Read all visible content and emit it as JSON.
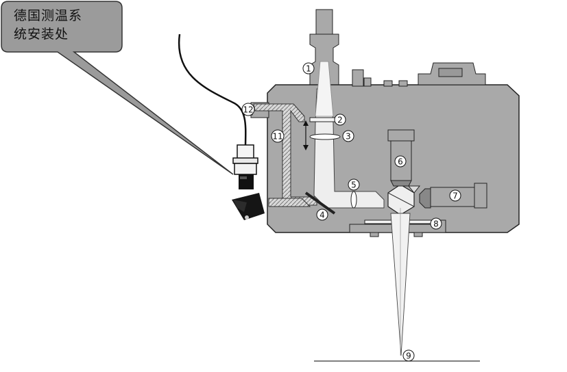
{
  "callout": {
    "line1": "德国测温系",
    "line2": "统安装处"
  },
  "labels": [
    {
      "id": "1",
      "text": "1"
    },
    {
      "id": "2",
      "text": "2"
    },
    {
      "id": "3",
      "text": "3"
    },
    {
      "id": "4",
      "text": "4"
    },
    {
      "id": "5",
      "text": "5"
    },
    {
      "id": "6",
      "text": "6"
    },
    {
      "id": "7",
      "text": "7"
    },
    {
      "id": "8",
      "text": "8"
    },
    {
      "id": "9",
      "text": "9"
    },
    {
      "id": "11",
      "text": "11"
    },
    {
      "id": "12",
      "text": "12"
    }
  ],
  "colors": {
    "body": "#a9a9a9",
    "body_dark": "#8f8f8f",
    "beam": "#eeeeee",
    "outline": "#222222",
    "callout_fill": "#9b9b9b"
  }
}
